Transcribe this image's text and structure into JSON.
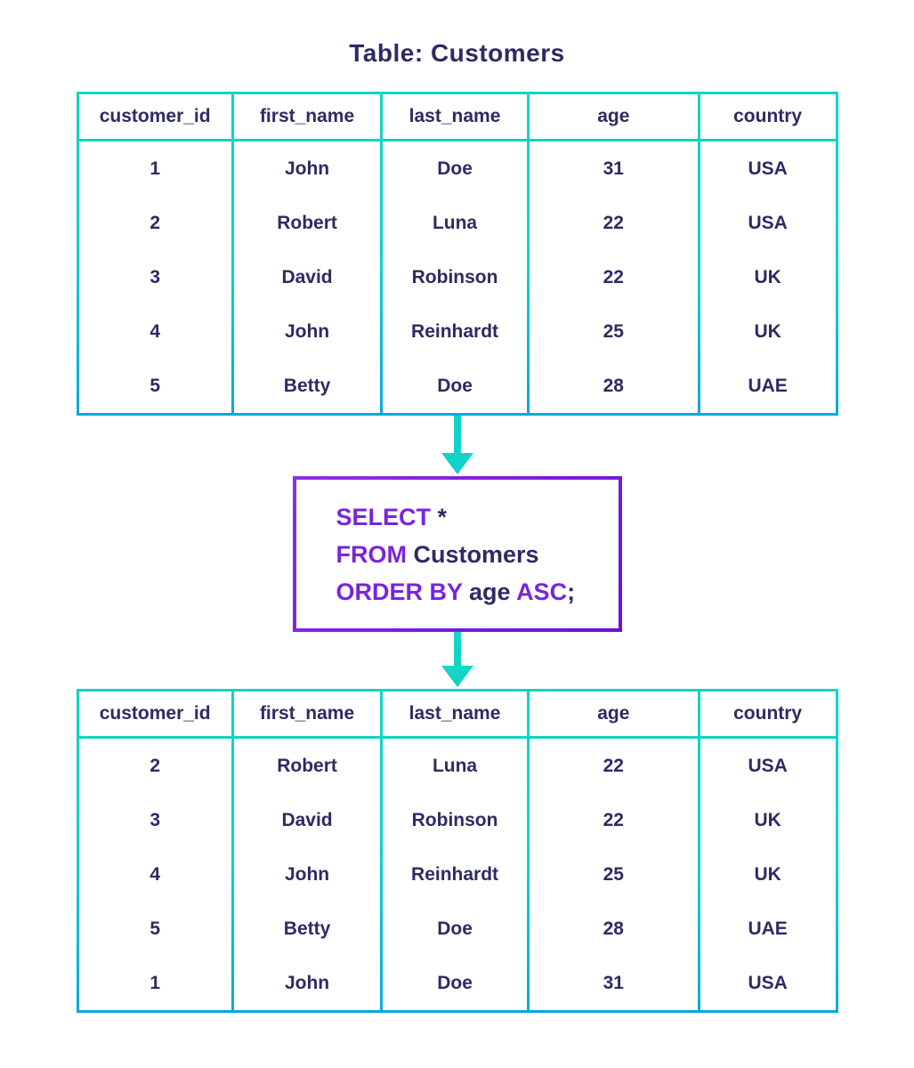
{
  "title": "Table: Customers",
  "columns": [
    "customer_id",
    "first_name",
    "last_name",
    "age",
    "country"
  ],
  "source_table": {
    "rows": [
      [
        "1",
        "John",
        "Doe",
        "31",
        "USA"
      ],
      [
        "2",
        "Robert",
        "Luna",
        "22",
        "USA"
      ],
      [
        "3",
        "David",
        "Robinson",
        "22",
        "UK"
      ],
      [
        "4",
        "John",
        "Reinhardt",
        "25",
        "UK"
      ],
      [
        "5",
        "Betty",
        "Doe",
        "28",
        "UAE"
      ]
    ]
  },
  "query": {
    "lines": [
      [
        {
          "text": "SELECT",
          "kw": true
        },
        {
          "text": " *",
          "kw": false
        }
      ],
      [
        {
          "text": "FROM",
          "kw": true
        },
        {
          "text": " Customers",
          "kw": false
        }
      ],
      [
        {
          "text": "ORDER BY",
          "kw": true
        },
        {
          "text": " age ",
          "kw": false
        },
        {
          "text": "ASC",
          "kw": true
        },
        {
          "text": ";",
          "kw": false
        }
      ]
    ]
  },
  "result_table": {
    "rows": [
      [
        "2",
        "Robert",
        "Luna",
        "22",
        "USA"
      ],
      [
        "3",
        "David",
        "Robinson",
        "22",
        "UK"
      ],
      [
        "4",
        "John",
        "Reinhardt",
        "25",
        "UK"
      ],
      [
        "5",
        "Betty",
        "Doe",
        "28",
        "UAE"
      ],
      [
        "1",
        "John",
        "Doe",
        "31",
        "USA"
      ]
    ]
  },
  "colors": {
    "table_border_top": "#10d5c2",
    "table_border_bottom": "#0aa8df",
    "query_border_start": "#8b2fe8",
    "query_border_end": "#6c10d8",
    "keyword": "#7a24dd",
    "text": "#2d2b63",
    "arrow": "#10d2c9",
    "background": "#ffffff"
  }
}
